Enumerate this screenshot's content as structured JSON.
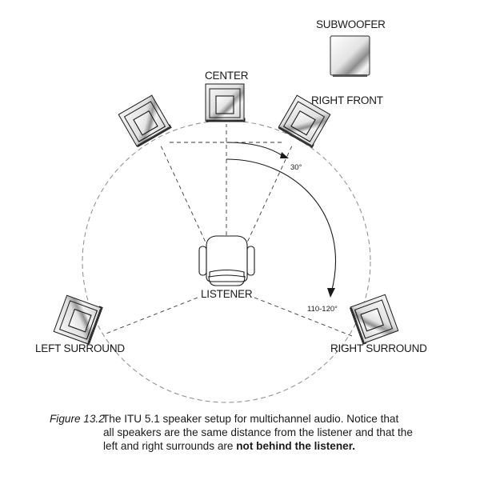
{
  "diagram": {
    "title": "ITU 5.1 speaker setup",
    "speakers": {
      "subwoofer": {
        "label": "SUBWOOFER"
      },
      "center": {
        "label": "CENTER"
      },
      "left_front": {
        "label": ""
      },
      "right_front": {
        "label": "RIGHT FRONT"
      },
      "left_surround": {
        "label": "LEFT SURROUND"
      },
      "right_surround": {
        "label": "RIGHT SURROUND"
      }
    },
    "listener": {
      "label": "LISTENER"
    },
    "angles": {
      "front": {
        "label": "30°",
        "degrees": 30
      },
      "surround": {
        "label": "110-120°",
        "degrees_min": 110,
        "degrees_max": 120
      }
    },
    "colors": {
      "line": "#1a1a1a",
      "circle_dash": "#8a8a8a",
      "speaker_fill": "#e8e8e8"
    }
  },
  "caption": {
    "figure_label": "Figure 13.2",
    "line1": "The ITU 5.1 speaker setup for multichannel audio. Notice that",
    "line2": "all speakers are the same distance from the listener and that the",
    "line3_prefix": "left and right surrounds are ",
    "line3_bold": "not behind the listener."
  }
}
